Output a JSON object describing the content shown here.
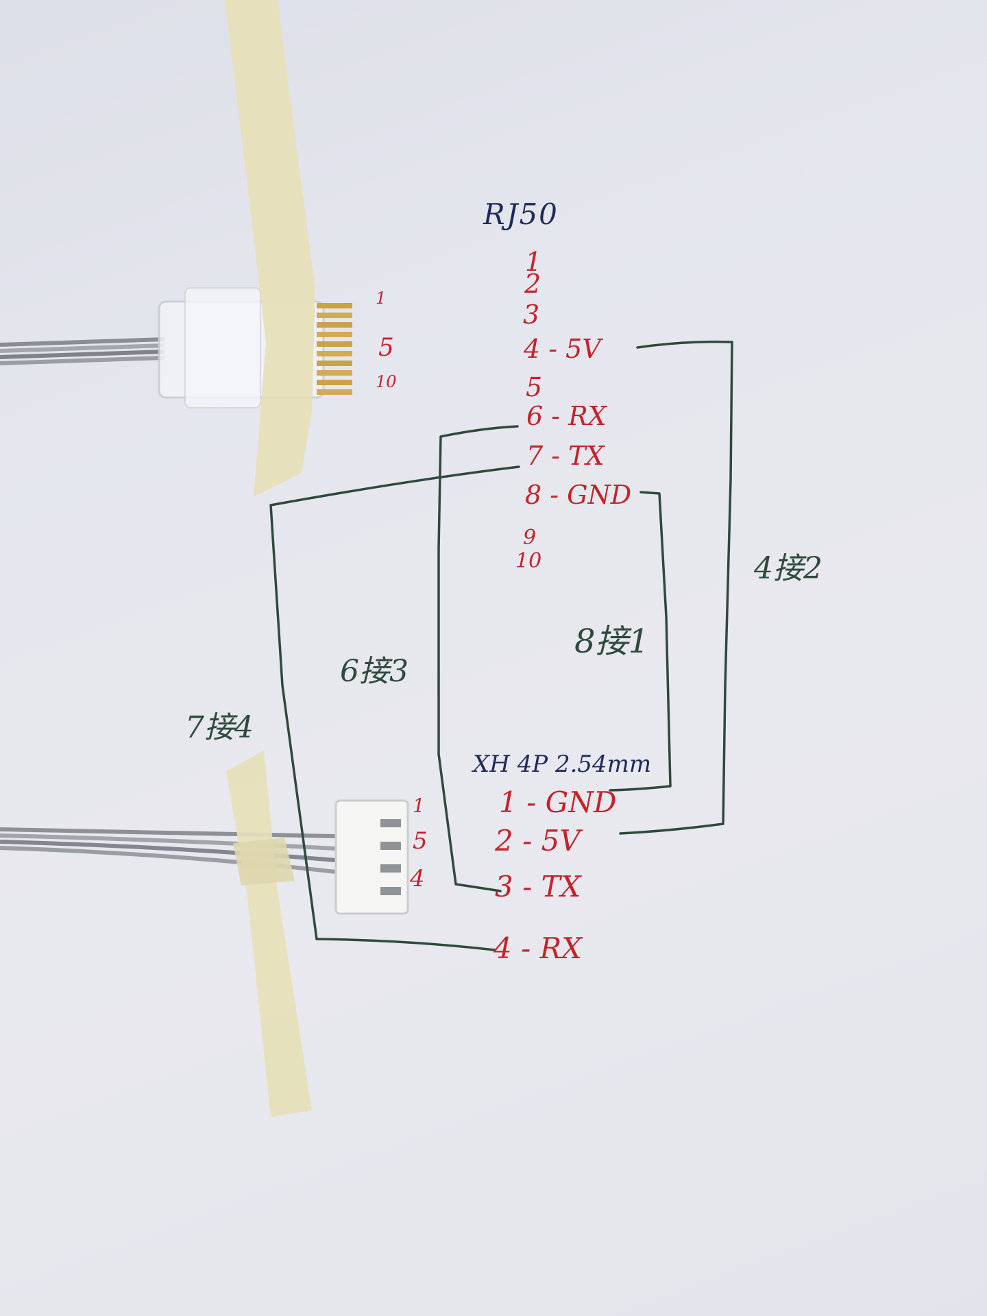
{
  "colors": {
    "pin_ink": "#c4232b",
    "wire_ink": "#2e4a3c",
    "title_ink": "#1f2a5a",
    "tape": "#e6dfb8",
    "paper": "#e6e8ef"
  },
  "rj50": {
    "title": "RJ50",
    "pins": [
      {
        "label": "1"
      },
      {
        "label": "2"
      },
      {
        "label": "3"
      },
      {
        "label": "4 - 5V"
      },
      {
        "label": "5"
      },
      {
        "label": "6 - RX"
      },
      {
        "label": "7 - TX"
      },
      {
        "label": "8 - GND"
      },
      {
        "label": "9"
      },
      {
        "label": "10"
      }
    ],
    "plug_side_labels": [
      "1",
      "5",
      "10"
    ]
  },
  "xh": {
    "title": "XH 4P 2.54mm",
    "pins": [
      {
        "label": "1 - GND"
      },
      {
        "label": "2 - 5V"
      },
      {
        "label": "3 - TX"
      },
      {
        "label": "4 - RX"
      }
    ],
    "connector_side_labels": [
      "1",
      "5",
      "4"
    ]
  },
  "connections": [
    {
      "label": "4接2"
    },
    {
      "label": "8接1"
    },
    {
      "label": "6接3"
    },
    {
      "label": "7接4"
    }
  ]
}
